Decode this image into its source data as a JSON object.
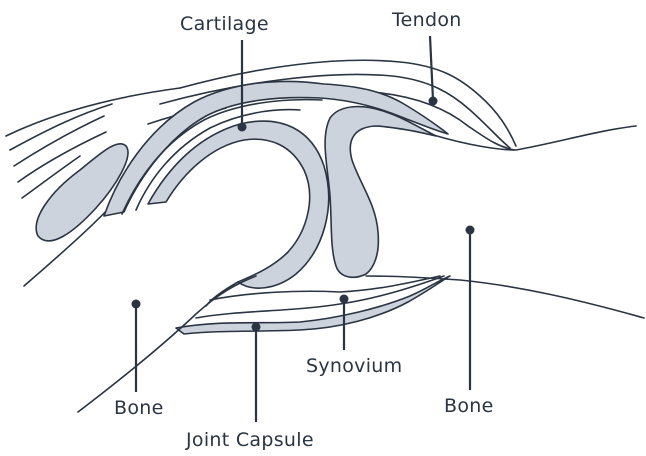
{
  "labels": {
    "cartilage": "Cartilage",
    "tendon": "Tendon",
    "bone_left": "Bone",
    "bone_right": "Bone",
    "synovium": "Synovium",
    "joint_capsule": "Joint Capsule"
  },
  "colors": {
    "stroke": "#2a3442",
    "fill": "#cdd3dc",
    "background": "#ffffff"
  }
}
